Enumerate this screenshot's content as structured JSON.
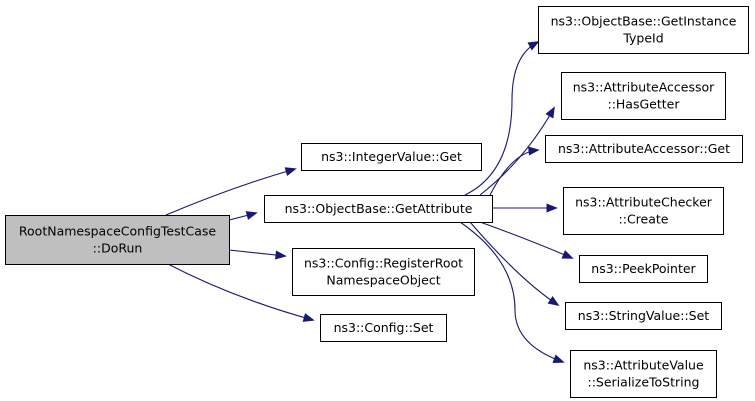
{
  "diagram": {
    "nodes": [
      {
        "id": "root",
        "lines": [
          "RootNamespaceConfigTestCase",
          "::DoRun"
        ],
        "highlight": true
      },
      {
        "id": "intget",
        "lines": [
          "ns3::IntegerValue::Get"
        ]
      },
      {
        "id": "getattr",
        "lines": [
          "ns3::ObjectBase::GetAttribute"
        ]
      },
      {
        "id": "regroot",
        "lines": [
          "ns3::Config::RegisterRoot",
          "NamespaceObject"
        ]
      },
      {
        "id": "cfgset",
        "lines": [
          "ns3::Config::Set"
        ]
      },
      {
        "id": "getinst",
        "lines": [
          "ns3::ObjectBase::GetInstance",
          "TypeId"
        ]
      },
      {
        "id": "hasgetter",
        "lines": [
          "ns3::AttributeAccessor",
          "::HasGetter"
        ]
      },
      {
        "id": "accget",
        "lines": [
          "ns3::AttributeAccessor::Get"
        ]
      },
      {
        "id": "chkcreate",
        "lines": [
          "ns3::AttributeChecker",
          "::Create"
        ]
      },
      {
        "id": "peek",
        "lines": [
          "ns3::PeekPointer"
        ]
      },
      {
        "id": "strset",
        "lines": [
          "ns3::StringValue::Set"
        ]
      },
      {
        "id": "serialize",
        "lines": [
          "ns3::AttributeValue",
          "::SerializeToString"
        ]
      }
    ],
    "edges": [
      {
        "from": "root",
        "to": "intget"
      },
      {
        "from": "root",
        "to": "getattr"
      },
      {
        "from": "root",
        "to": "regroot"
      },
      {
        "from": "root",
        "to": "cfgset"
      },
      {
        "from": "getattr",
        "to": "getinst"
      },
      {
        "from": "getattr",
        "to": "hasgetter"
      },
      {
        "from": "getattr",
        "to": "accget"
      },
      {
        "from": "getattr",
        "to": "chkcreate"
      },
      {
        "from": "getattr",
        "to": "peek"
      },
      {
        "from": "getattr",
        "to": "strset"
      },
      {
        "from": "getattr",
        "to": "serialize"
      }
    ]
  }
}
